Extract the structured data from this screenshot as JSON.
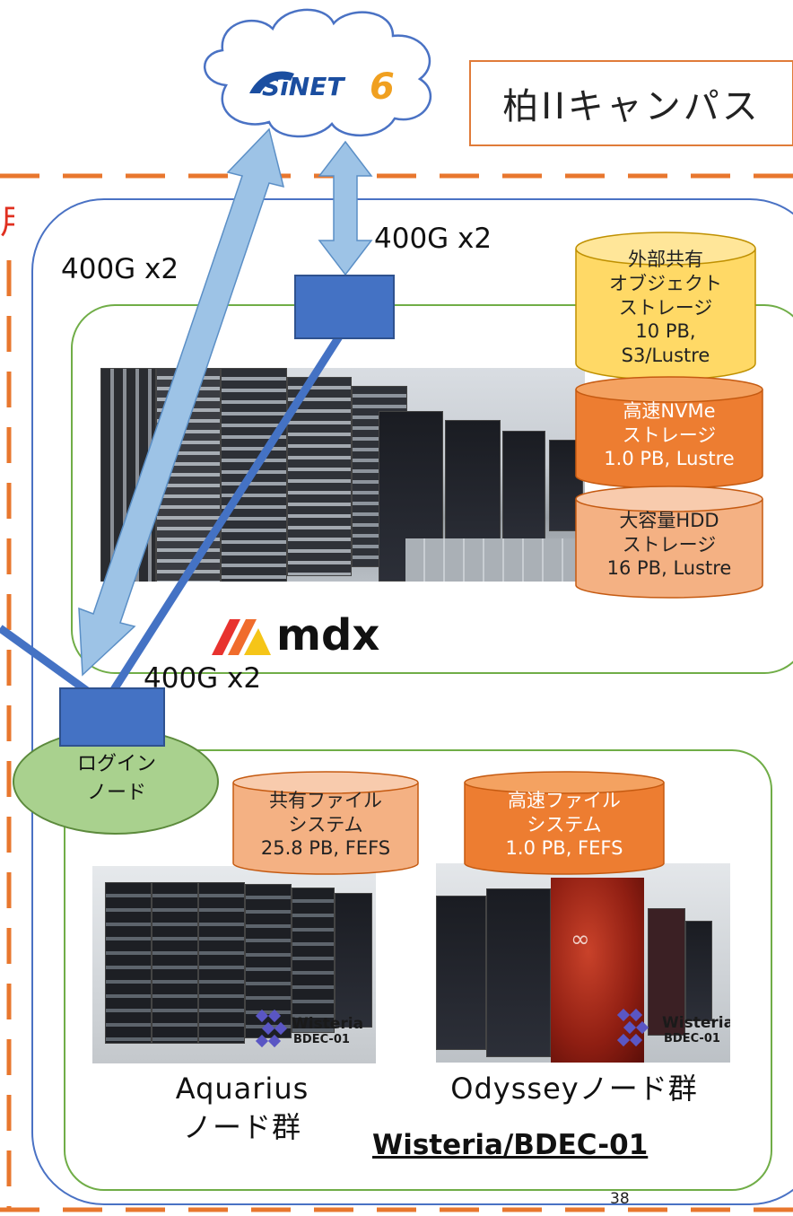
{
  "network": {
    "name": "SINET6"
  },
  "campus": {
    "label": "柏IIキャンパス"
  },
  "links": {
    "left": "400G x2",
    "right": "400G x2",
    "bottom": "400G x2"
  },
  "mdx": {
    "label": "mdx"
  },
  "storage": {
    "object": {
      "line1": "外部共有",
      "line2": "オブジェクト",
      "line3": "ストレージ",
      "line4": "10 PB,",
      "line5": "S3/Lustre"
    },
    "nvme": {
      "line1": "高速NVMe",
      "line2": "ストレージ",
      "line3": "1.0 PB, Lustre"
    },
    "hdd": {
      "line1": "大容量HDD",
      "line2": "ストレージ",
      "line3": "16 PB, Lustre"
    },
    "shared_fs": {
      "line1": "共有ファイル",
      "line2": "システム",
      "line3": "25.8 PB, FEFS"
    },
    "fast_fs": {
      "line1": "高速ファイル",
      "line2": "システム",
      "line3": "1.0 PB, FEFS"
    }
  },
  "login": {
    "line1": "ログイン",
    "line2": "ノード"
  },
  "wisteria": {
    "aquarius_line1": "Aquarius",
    "aquarius_line2": "ノード群",
    "odyssey": "Odysseyノード群",
    "title": "Wisteria/BDEC-01",
    "logo_text_1": "Wisteria",
    "logo_text_2": "BDEC-01"
  },
  "left_edge_text": "用",
  "page_number": "38",
  "colors": {
    "orange_dashed": "#e8772e",
    "blue_outline": "#4a72c4",
    "green_outline": "#70ad47",
    "node_blue": "#4472c4",
    "arrow_fill": "#9dc3e6",
    "object_storage": "#ffd966",
    "nvme_storage": "#ed7d31",
    "hdd_storage": "#f4b183",
    "login_node": "#a9d18e"
  }
}
